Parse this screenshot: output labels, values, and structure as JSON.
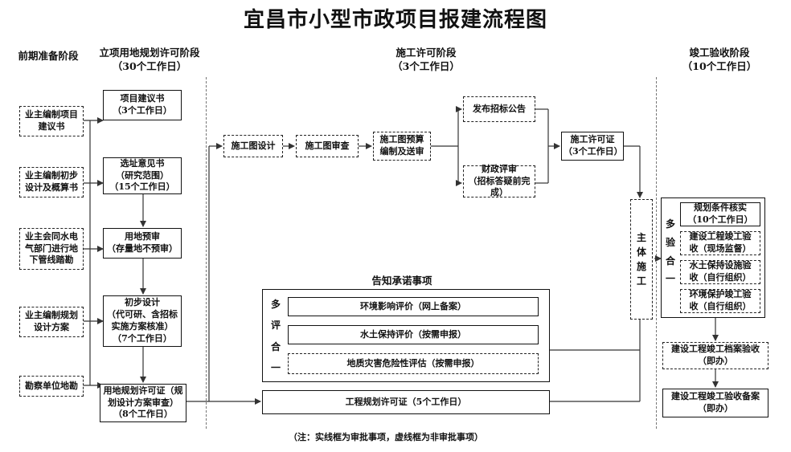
{
  "title": "宜昌市小型市政项目报建流程图",
  "stages": {
    "prep": "前期准备阶段",
    "landplan": "立项用地规划许可阶段\n（30个工作日）",
    "construction": "施工许可阶段\n（3个工作日）",
    "acceptance": "竣工验收阶段\n（10个工作日）"
  },
  "prep_items": [
    "业主编制项目\n建议书",
    "业主编制初步\n设计及概算书",
    "业主会同水电\n气部门进行地\n下管线踏勘",
    "业主编制规划\n设计方案",
    "勘察单位地勘"
  ],
  "landplan_items": [
    "项目建议书\n（3个工作日）",
    "选址意见书\n（研究范围）\n（15个工作日）",
    "用地预审\n（存量地不预审）",
    "初步设计\n（代可研、含招标\n实施方案核准）\n（7个工作日）",
    "用地规划许可证（规\n划设计方案审查）\n（8个工作日）"
  ],
  "construction_items": {
    "drawing_design": "施工图设计",
    "drawing_review": "施工图审查",
    "budget": "施工图预算\n编制及送审",
    "bid_notice": "发布招标公告",
    "finance_review": "财政评审\n（招标答疑前完成）",
    "permit": "施工许可证\n（3个工作日）",
    "main_construction": "主\n体\n施\n工"
  },
  "notice": {
    "title": "告知承诺事项",
    "side_label": "多\n评\n合\n一",
    "items": [
      "环境影响评价（网上备案）",
      "水土保持评价（按需申报）",
      "地质灾害危险性评估（按需申报）"
    ]
  },
  "planning_permit": "工程规划许可证（5个工作日）",
  "acceptance": {
    "side_label": "多\n验\n合\n一",
    "items": [
      "规划条件核实\n（10个工作日）",
      "建设工程竣工验\n收（现场监督）",
      "水土保持设施验\n收（自行组织）",
      "环境保护竣工验\n收（自行组织）"
    ],
    "archive": "建设工程竣工档案验收\n（即办）",
    "filing": "建设工程竣工验收备案\n（即办）"
  },
  "footnote": "（注：实线框为审批事项，虚线框为非审批事项）"
}
